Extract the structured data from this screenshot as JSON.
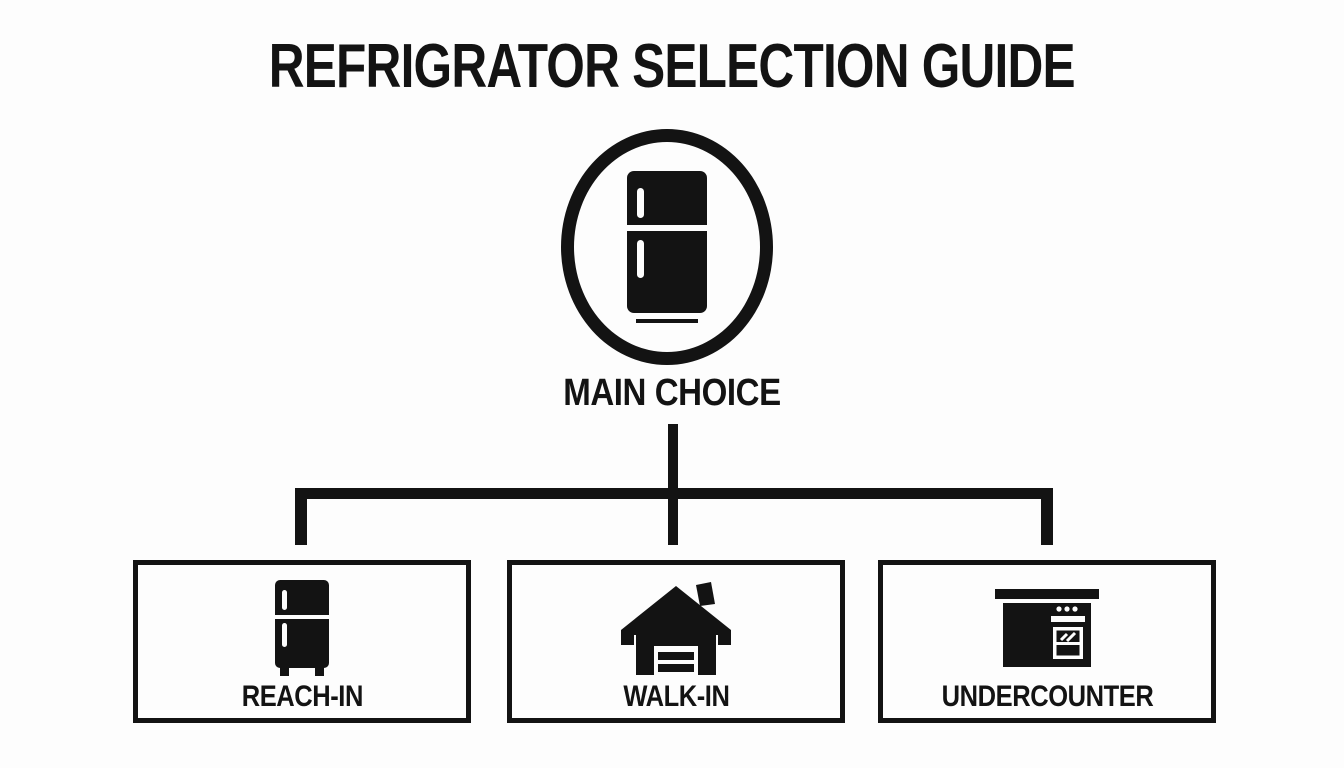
{
  "title": "REFRIGRATOR SELECTION GUIDE",
  "root": {
    "label": "MAIN CHOICE",
    "icon": "refrigerator-icon"
  },
  "branches": [
    {
      "label": "REACH-IN",
      "icon": "reach-in-refrigerator-icon"
    },
    {
      "label": "WALK-IN",
      "icon": "walk-in-cooler-icon"
    },
    {
      "label": "UNDERCOUNTER",
      "icon": "undercounter-refrigerator-icon"
    }
  ],
  "colors": {
    "ink": "#131313",
    "paper": "#fdfdfd"
  }
}
